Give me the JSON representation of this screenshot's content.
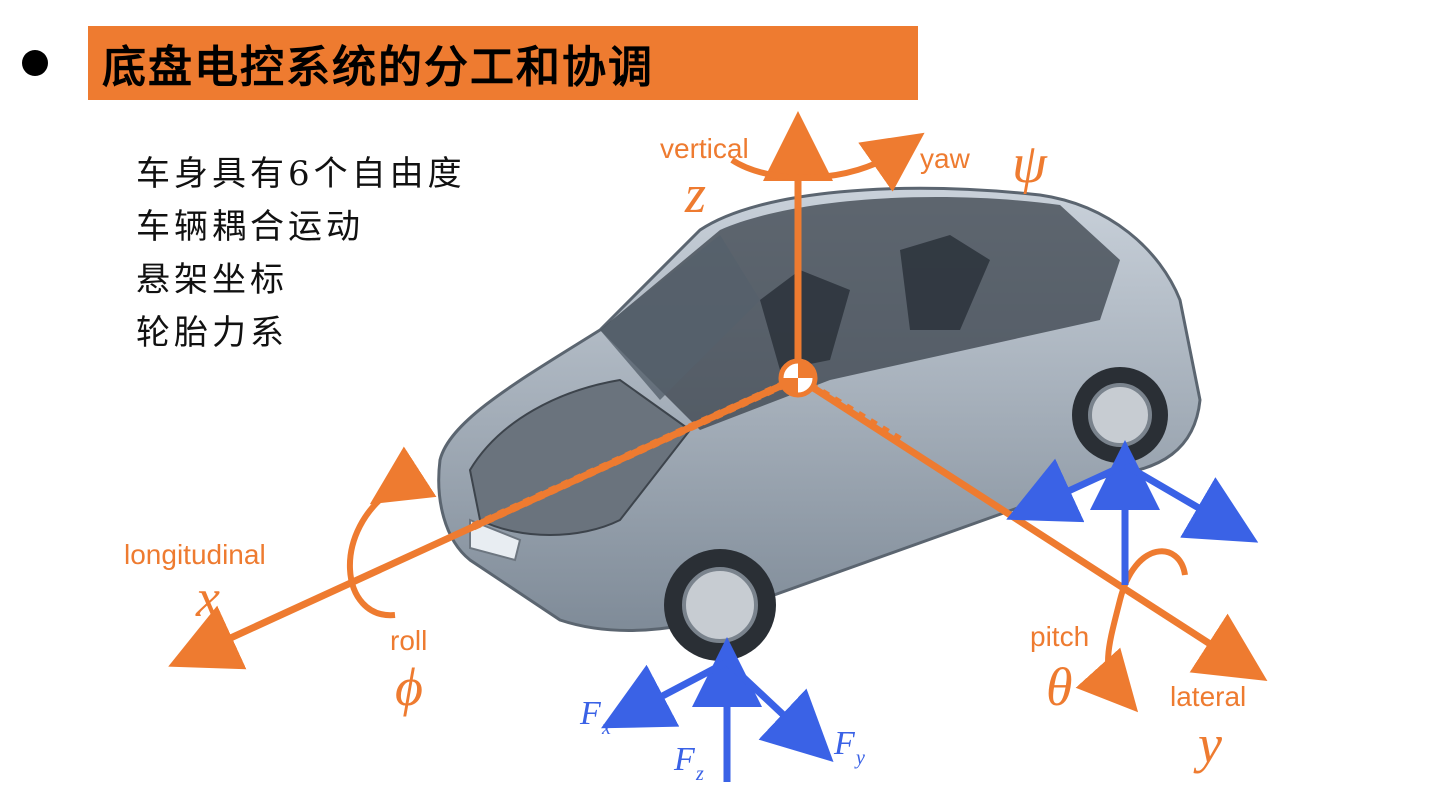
{
  "slide": {
    "title": "底盘电控系统的分工和协调",
    "notes": [
      "车身具有6个自由度",
      "车辆耦合运动",
      "悬架坐标",
      "轮胎力系"
    ]
  },
  "diagram": {
    "axes": {
      "vertical": {
        "label": "vertical",
        "symbol": "z"
      },
      "yaw": {
        "label": "yaw",
        "symbol": "ψ"
      },
      "longitudinal": {
        "label": "longitudinal",
        "symbol": "x"
      },
      "roll": {
        "label": "roll",
        "symbol": "ϕ"
      },
      "pitch": {
        "label": "pitch",
        "symbol": "θ"
      },
      "lateral": {
        "label": "lateral",
        "symbol": "y"
      }
    },
    "tire_forces": {
      "fx": {
        "main": "F",
        "sub": "x"
      },
      "fy": {
        "main": "F",
        "sub": "y"
      },
      "fz": {
        "main": "F",
        "sub": "z"
      }
    }
  },
  "colors": {
    "accent": "#ee7b30",
    "force": "#3a62e6",
    "car_body": "#9aa5b1"
  }
}
